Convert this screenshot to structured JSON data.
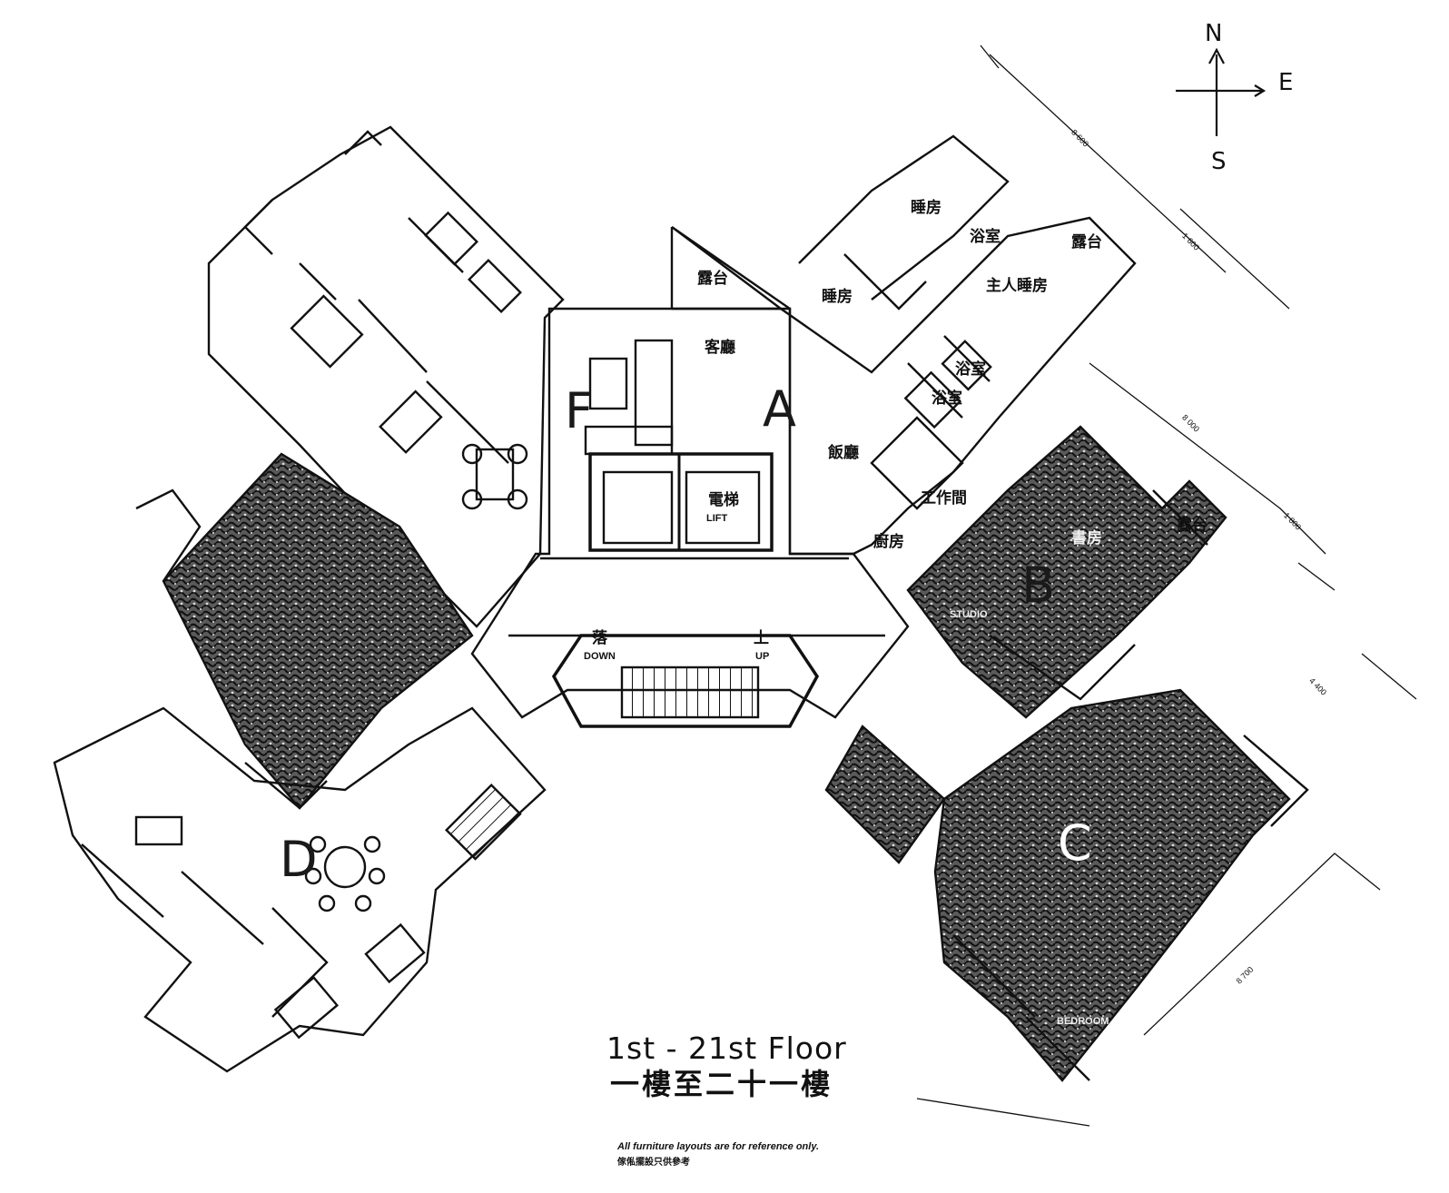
{
  "compass": {
    "north": "N",
    "east": "E",
    "south": "S"
  },
  "units": {
    "a": "A",
    "b": "B",
    "c": "C",
    "d": "D",
    "f": "F"
  },
  "rooms": {
    "bedroom_1": "睡房",
    "bedroom_2": "睡房",
    "master_bedroom": "主人睡房",
    "balcony_1": "露台",
    "balcony_2": "露台",
    "balcony_3": "露台",
    "bath_1": "浴室",
    "bath_2": "浴室",
    "bath_3": "浴室",
    "living_room": "客廳",
    "dining_room": "飯廳",
    "kitchen": "廚房",
    "work_room": "工作間",
    "study": "書房",
    "studio": "STUDIO",
    "lift_zh": "電梯",
    "lift_en": "LIFT",
    "down_zh": "落",
    "down_en": "DOWN",
    "up_zh": "上",
    "up_en": "UP",
    "bedroom_c_en": "BEDROOM"
  },
  "dimensions": {
    "d1": "8 600",
    "d2": "1 600",
    "d3": "8 000",
    "d4": "1 800",
    "d5": "4 400",
    "d6": "8 700"
  },
  "title": {
    "english": "1st - 21st Floor",
    "chinese": "一樓至二十一樓"
  },
  "disclaimer": {
    "english": "All furniture layouts are for reference only.",
    "chinese": "傢俬擺設只供參考"
  },
  "colors": {
    "ink": "#111111",
    "shade": "#2b2b2b",
    "paper": "#ffffff"
  }
}
